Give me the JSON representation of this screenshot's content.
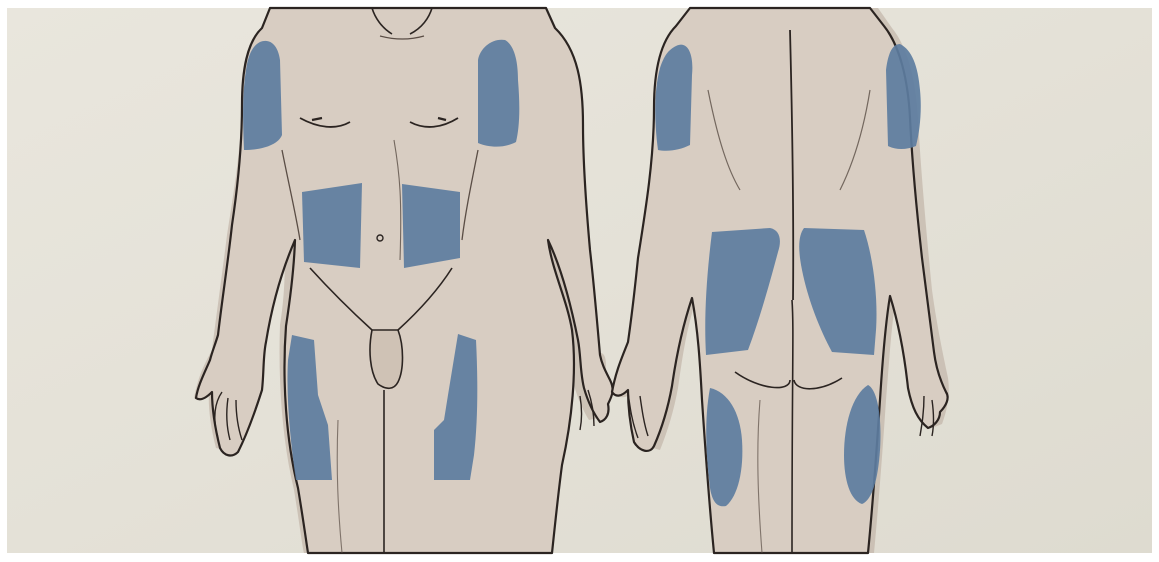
{
  "figure": {
    "views": [
      "front",
      "back"
    ],
    "colors": {
      "paper": "#e6e3d9",
      "paper_edge": "#d9d6cb",
      "skin": "#d8cdc2",
      "skin_shadow": "#b9aa9c",
      "outline": "#2b2421",
      "fold_line": "#5a4d45",
      "highlight_region": "#5d7d9f"
    },
    "regions": {
      "front": [
        "upper-arm-right",
        "upper-arm-left",
        "abdomen-right",
        "abdomen-left",
        "thigh-right",
        "thigh-left"
      ],
      "back": [
        "upper-arm-left",
        "upper-arm-right",
        "buttock-left",
        "buttock-right",
        "thigh-back-left",
        "thigh-back-right"
      ]
    }
  }
}
